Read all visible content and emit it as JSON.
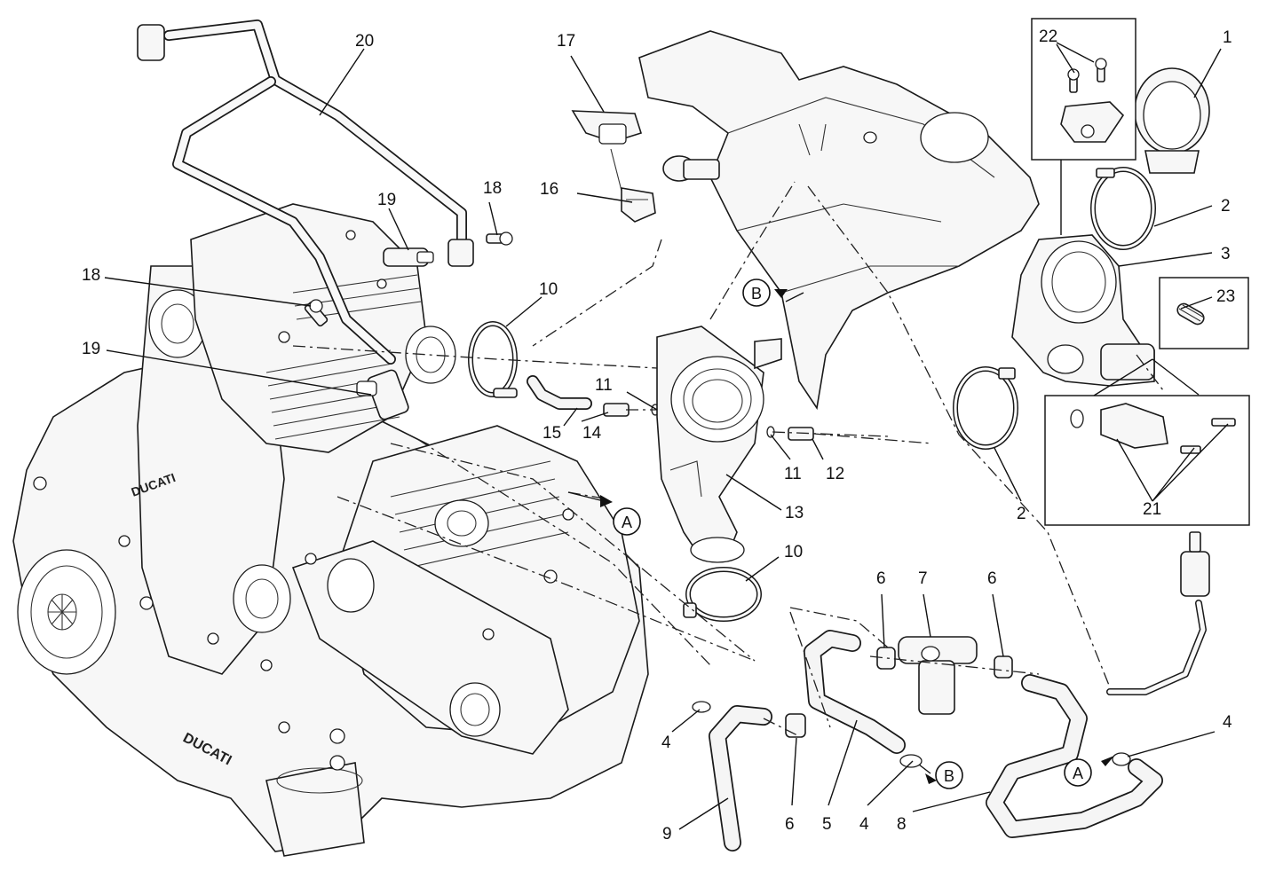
{
  "diagram": {
    "title": "Throttle body exploded parts diagram",
    "callouts": [
      "1",
      "2",
      "3",
      "4",
      "5",
      "6",
      "7",
      "8",
      "9",
      "10",
      "11",
      "12",
      "13",
      "14",
      "15",
      "16",
      "17",
      "18",
      "19",
      "20",
      "21",
      "22",
      "23"
    ],
    "callout_texts": {
      "c1": "1",
      "c2a": "2",
      "c2b": "2",
      "c3": "3",
      "c4a": "4",
      "c4b": "4",
      "c4c": "4",
      "c5": "5",
      "c6a": "6",
      "c6b": "6",
      "c6c": "6",
      "c7": "7",
      "c8": "8",
      "c9": "9",
      "c10a": "10",
      "c10b": "10",
      "c11a": "11",
      "c11b": "11",
      "c12": "12",
      "c13": "13",
      "c14": "14",
      "c15": "15",
      "c16": "16",
      "c17": "17",
      "c18a": "18",
      "c18b": "18",
      "c19a": "19",
      "c19b": "19",
      "c20": "20",
      "c21": "21",
      "c22": "22",
      "c23": "23"
    },
    "references": {
      "refA1": "A",
      "refA2": "A",
      "refB1": "B",
      "refB2": "B"
    },
    "logos": [
      "DUCATI",
      "DUCATI"
    ],
    "line_color": "#1a1a1a"
  }
}
